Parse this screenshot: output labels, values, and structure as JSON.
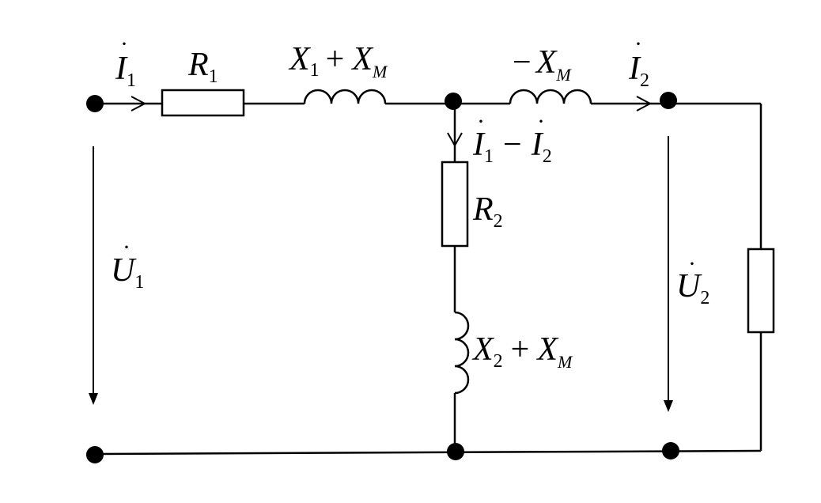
{
  "labels": {
    "i1": {
      "symbol": "I",
      "sub": "1",
      "dot": "·"
    },
    "r1": {
      "symbol": "R",
      "sub": "1"
    },
    "x1xm": {
      "symbol1": "X",
      "sub1": "1",
      "op": "+",
      "symbol2": "X",
      "sub2": "M"
    },
    "neg_xm": {
      "op": "−",
      "symbol": "X",
      "sub": "M"
    },
    "i2": {
      "symbol": "I",
      "sub": "2",
      "dot": "·"
    },
    "i1_minus_i2": {
      "symbol1": "I",
      "sub1": "1",
      "op": "−",
      "symbol2": "I",
      "sub2": "2",
      "dot": "·"
    },
    "r2": {
      "symbol": "R",
      "sub": "2"
    },
    "u1": {
      "symbol": "U",
      "sub": "1",
      "dot": "·"
    },
    "u2": {
      "symbol": "U",
      "sub": "2",
      "dot": "·"
    },
    "x2xm": {
      "symbol1": "X",
      "sub1": "2",
      "op": "+",
      "symbol2": "X",
      "sub2": "M"
    }
  }
}
